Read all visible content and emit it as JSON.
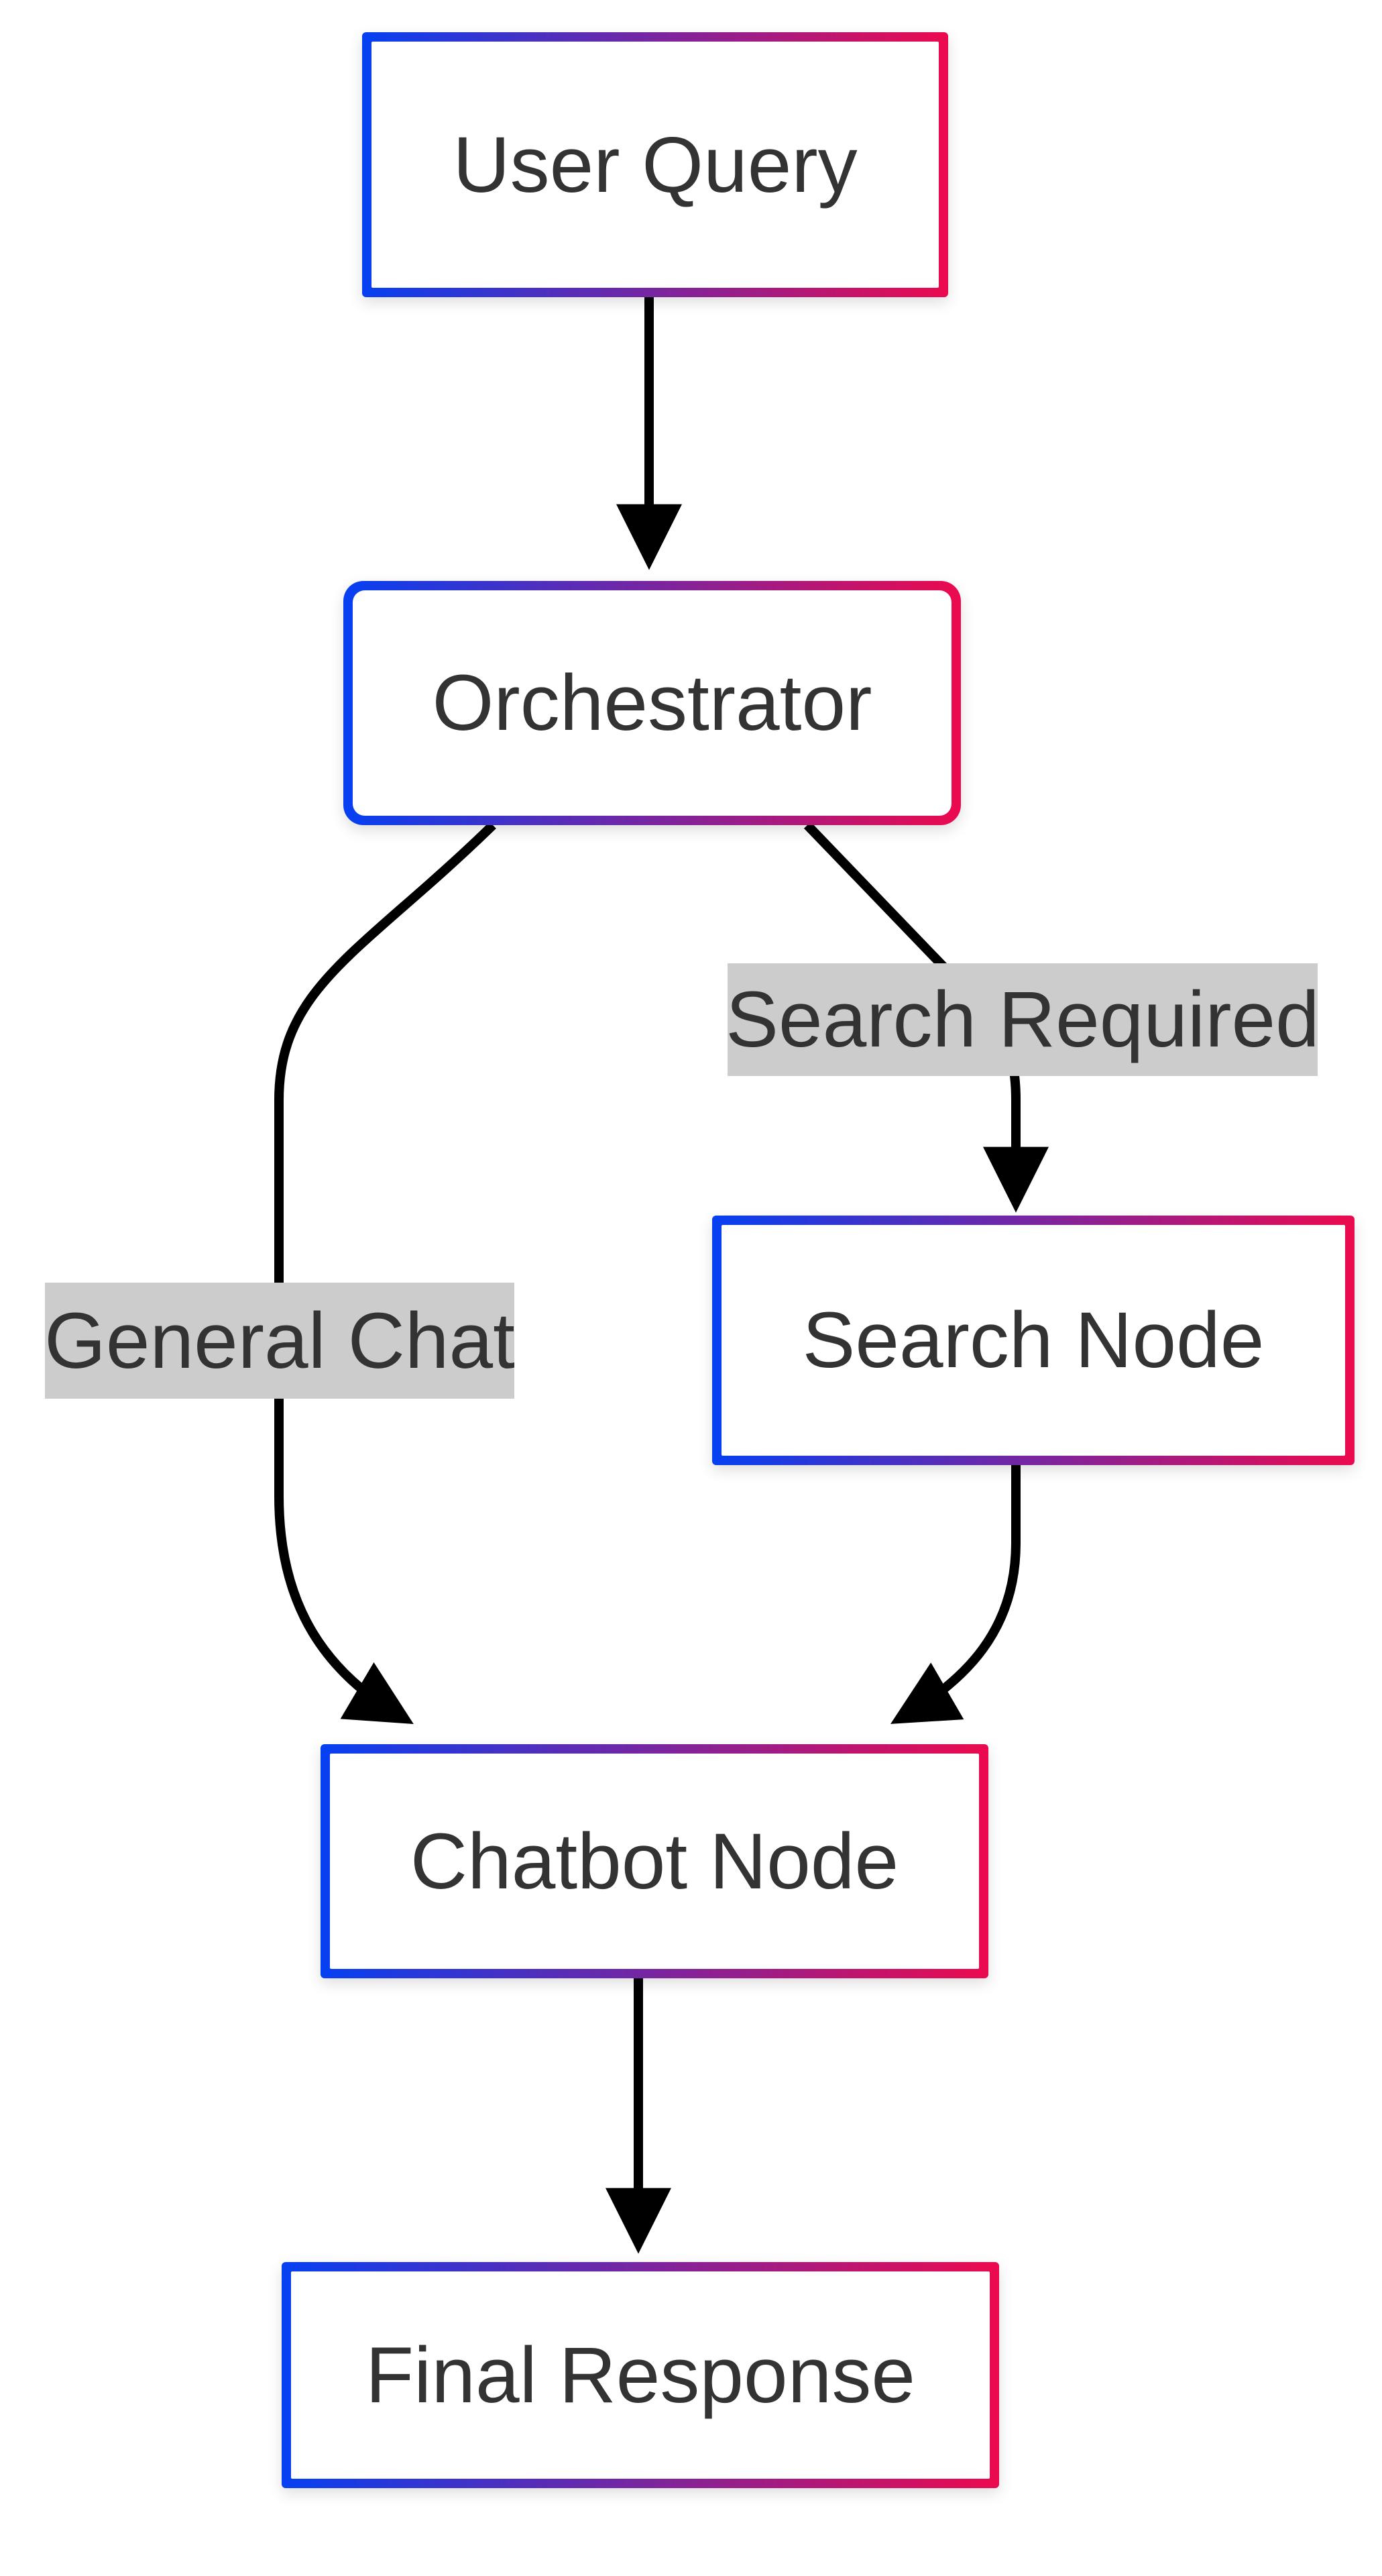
{
  "diagram": {
    "type": "flowchart",
    "direction": "top-down",
    "colors": {
      "background": "#ffffff",
      "gradient_start": "#0540f2",
      "gradient_end": "#ec0a4e",
      "node_fill": "#ffffff",
      "text": "#333333",
      "edge": "#000000",
      "edge_label_bg": "#cccccc"
    },
    "nodes": [
      {
        "id": "user-query",
        "label": "User Query",
        "shape": "rectangle"
      },
      {
        "id": "orchestrator",
        "label": "Orchestrator",
        "shape": "rounded-rectangle"
      },
      {
        "id": "search-node",
        "label": "Search Node",
        "shape": "rectangle"
      },
      {
        "id": "chatbot-node",
        "label": "Chatbot Node",
        "shape": "rectangle"
      },
      {
        "id": "final-response",
        "label": "Final Response",
        "shape": "rectangle"
      }
    ],
    "edges": [
      {
        "from": "User Query",
        "to": "Orchestrator",
        "label": ""
      },
      {
        "from": "Orchestrator",
        "to": "Chatbot Node",
        "label": "General Chat"
      },
      {
        "from": "Orchestrator",
        "to": "Search Node",
        "label": "Search Required"
      },
      {
        "from": "Search Node",
        "to": "Chatbot Node",
        "label": ""
      },
      {
        "from": "Chatbot Node",
        "to": "Final Response",
        "label": ""
      }
    ]
  }
}
